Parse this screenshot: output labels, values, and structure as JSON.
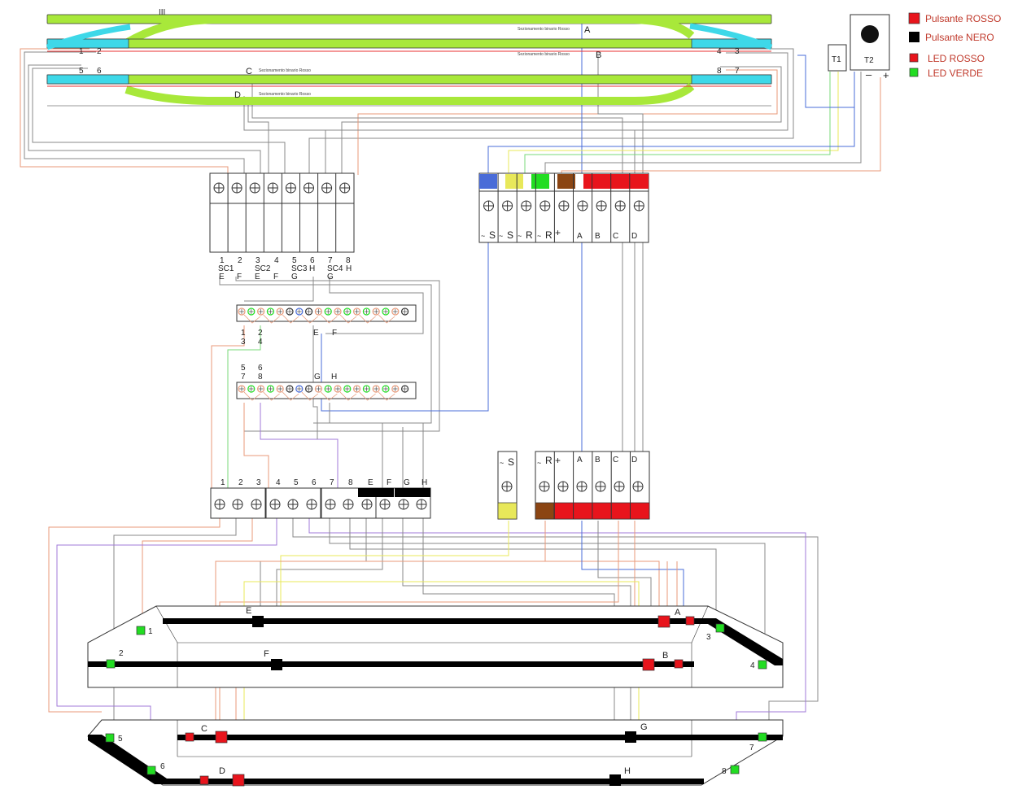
{
  "legend": {
    "items": [
      {
        "label": "Pulsante ROSSO",
        "swatch": "#e8141c",
        "kind": "square"
      },
      {
        "label": "Pulsante NERO",
        "swatch": "#000000",
        "kind": "square"
      },
      {
        "label": "LED ROSSO",
        "swatch": "#e8141c",
        "kind": "small"
      },
      {
        "label": "LED VERDE",
        "swatch": "#22dd22",
        "kind": "small"
      }
    ]
  },
  "transformers": {
    "t1": "T1",
    "t2": "T2",
    "minus": "–",
    "plus": "+"
  },
  "layout": {
    "section_labels": [
      "A",
      "B",
      "C",
      "D"
    ],
    "switch_labels": [
      "1",
      "2",
      "3",
      "4",
      "5",
      "6",
      "7",
      "8"
    ],
    "sezionamento": "Sezionamento binario Rosso",
    "triple_mark": "III"
  },
  "terminal_block_top": {
    "numbers": [
      "1",
      "2",
      "3",
      "4",
      "5",
      "6",
      "7",
      "8"
    ],
    "sc": [
      "SC1",
      "SC2",
      "SC3",
      "SC4"
    ],
    "letters": [
      "E",
      "F",
      "E",
      "F",
      "G",
      "H",
      "G",
      "H"
    ]
  },
  "terminal_block_right": {
    "labels": [
      "~",
      "S",
      "~",
      "S",
      "~",
      "R",
      "~",
      "R",
      "+",
      "A",
      "B",
      "C",
      "D"
    ]
  },
  "relay_board_1": {
    "labels": [
      "1",
      "3",
      "2",
      "4",
      "E",
      "F"
    ]
  },
  "relay_board_2": {
    "labels": [
      "5",
      "7",
      "6",
      "8",
      "G",
      "H"
    ]
  },
  "terminal_block_bottom": {
    "labels": [
      "1",
      "2",
      "3",
      "4",
      "5",
      "6",
      "7",
      "8",
      "E",
      "F",
      "G",
      "H"
    ]
  },
  "small_block_s": {
    "labels": [
      "~",
      "S"
    ]
  },
  "small_block_r": {
    "labels": [
      "~",
      "R",
      "+",
      "A",
      "B",
      "C",
      "D"
    ]
  },
  "panel": {
    "button_labels": [
      "A",
      "B",
      "C",
      "D",
      "E",
      "F",
      "G",
      "H"
    ],
    "led_labels": [
      "1",
      "2",
      "3",
      "4",
      "5",
      "6",
      "7",
      "8"
    ]
  },
  "colors": {
    "rail_green": "#a8e83a",
    "switch_cyan": "#3ed8e8",
    "button_red": "#e8141c",
    "led_green": "#22dd22",
    "wire_blue": "#4a6cd8",
    "wire_yellow": "#e8e85a",
    "wire_green": "#7ad87a",
    "wire_brown": "#8b4513",
    "wire_orange": "#e89a7a",
    "wire_gray": "#888888",
    "wire_purple": "#a07ad8"
  }
}
